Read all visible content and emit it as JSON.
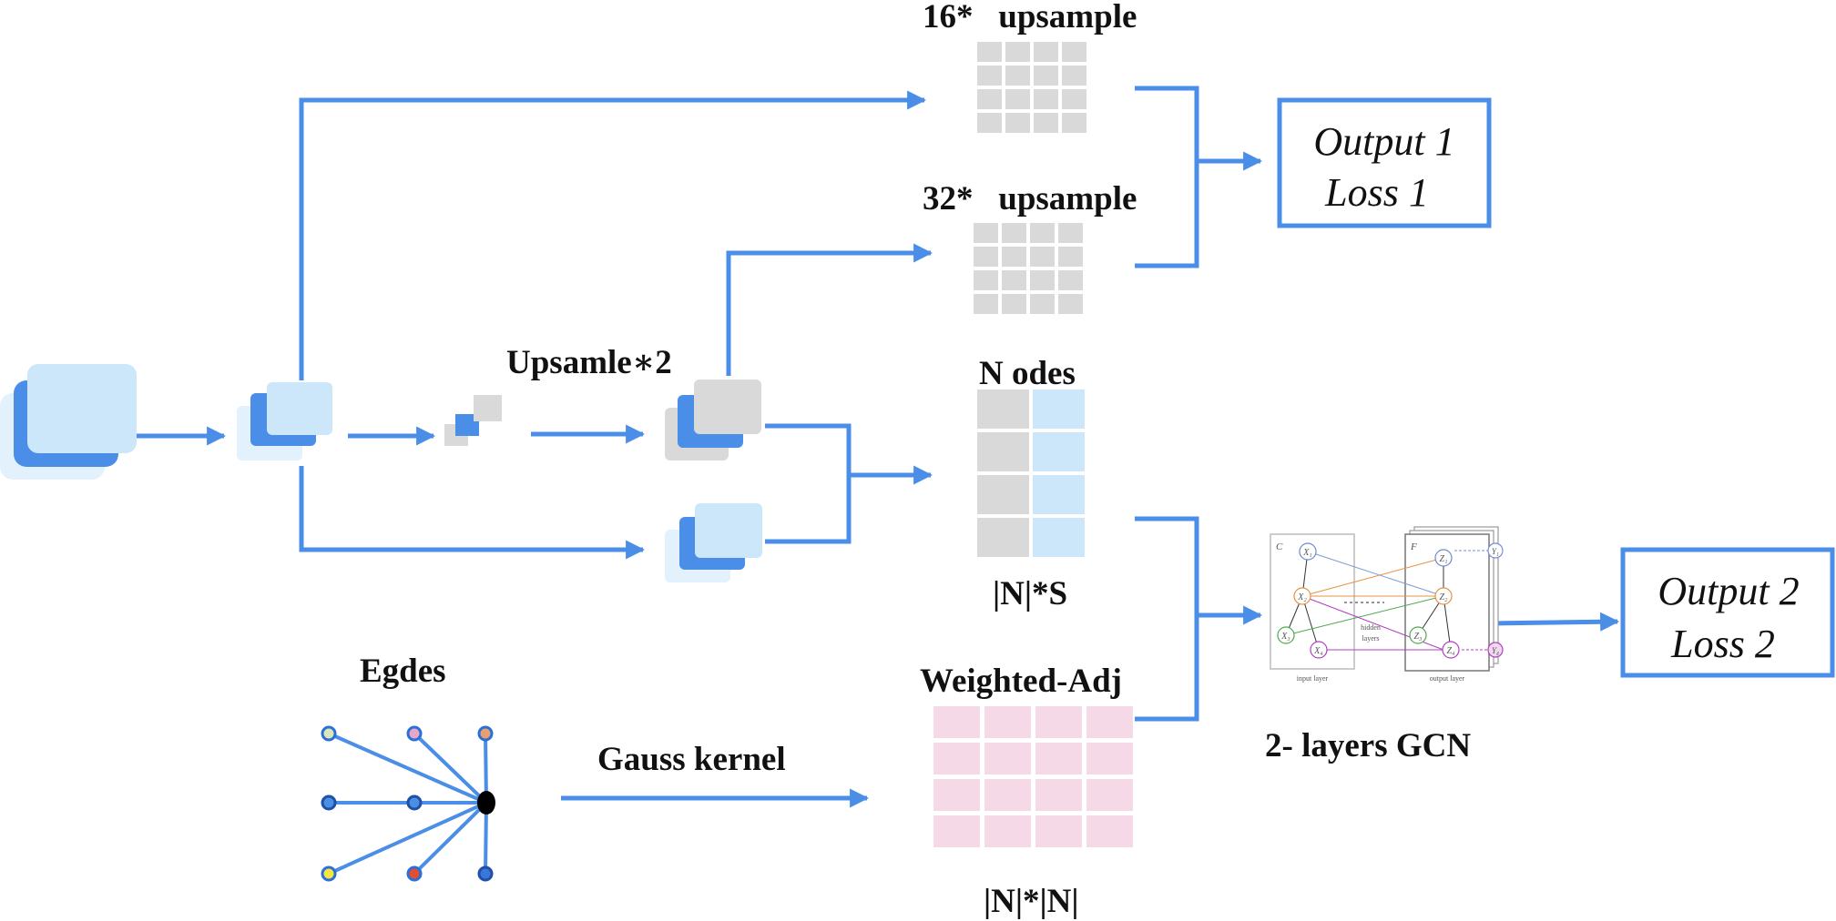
{
  "labels": {
    "upsample16": "16*   upsample",
    "upsample32": "32*   upsample",
    "upsample2": "Upsamle∗2",
    "nodes": "N odes",
    "node_dim": "|N|*S",
    "edges": "Egdes",
    "gauss": "Gauss kernel",
    "weighted_adj": "Weighted-Adj",
    "adj_dim": "|N|*|N|",
    "gcn": "2- layers GCN"
  },
  "outputs": {
    "output1_line1": "Output 1",
    "output1_line2": "Loss 1",
    "output2_line1": "Output 2",
    "output2_line2": "Loss 2"
  },
  "gcn_figure": {
    "input_panel": "C",
    "output_panel": "F",
    "input_nodes": [
      "X₁",
      "X₂",
      "X₃",
      "X₄"
    ],
    "output_nodes": [
      "Z₁",
      "Z₂",
      "Z₃",
      "Z₄"
    ],
    "targets": [
      "Y₁",
      "Y₄"
    ],
    "hidden_line1": "hidden",
    "hidden_line2": "layers",
    "input_caption": "input layer",
    "output_caption": "output layer"
  },
  "colors": {
    "arrow": "#4a8ee8",
    "feature_light": "#cce6fa",
    "feature_pale": "#e3f1fd",
    "feature_dark": "#4a8ee8",
    "grid_gray": "#d9d9d9",
    "grid_pink": "#f5d9e6",
    "grid_blue": "#cce6fa"
  }
}
